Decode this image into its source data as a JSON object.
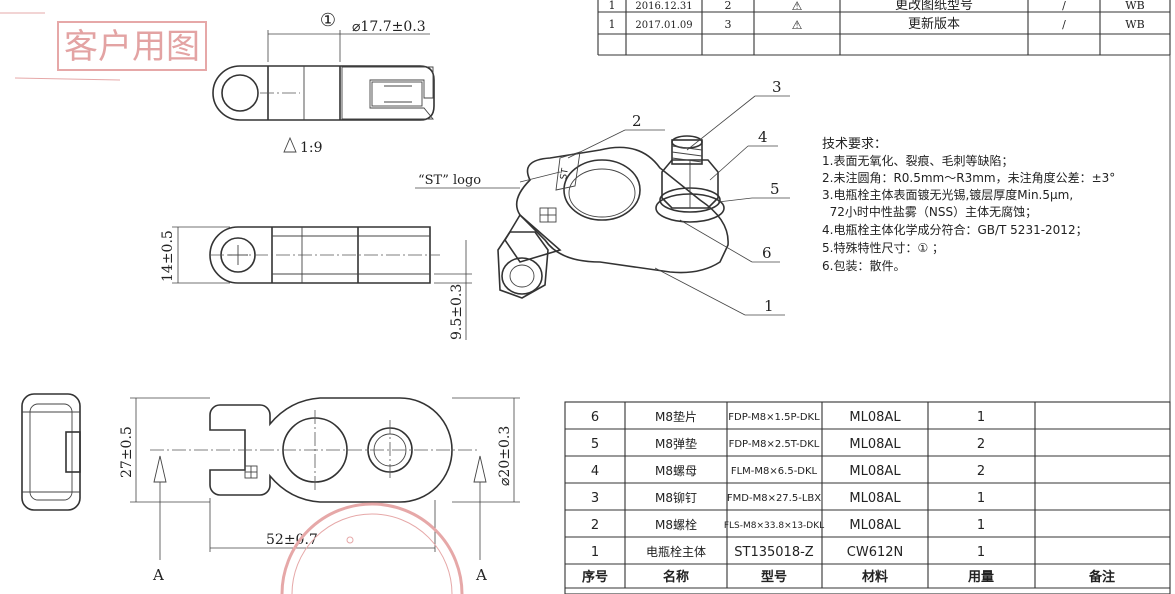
{
  "stamp": {
    "text": "客户用图"
  },
  "revisions": [
    {
      "no": "1",
      "date": "2016.12.31",
      "ver": "2",
      "mark": "⚠",
      "desc": "更改图纸型号",
      "slash": "/",
      "by": "WB"
    },
    {
      "no": "1",
      "date": "2017.01.09",
      "ver": "3",
      "mark": "⚠",
      "desc": "更新版本",
      "slash": "/",
      "by": "WB"
    }
  ],
  "top_view": {
    "dia": "⌀17.7±0.3",
    "circle_no": "①",
    "taper": "1:9"
  },
  "side_view": {
    "dim_h": "14±0.5",
    "dim_v": "9.5±0.3"
  },
  "plan_view": {
    "dim_w": "27±0.5",
    "dim_dia": "⌀20±0.3",
    "dim_len": "52±0.7",
    "sect_left": "A",
    "sect_right": "A"
  },
  "iso": {
    "logo_label": "“ST” logo",
    "callouts": [
      "1",
      "2",
      "3",
      "4",
      "5",
      "6"
    ]
  },
  "tech": {
    "title": "技术要求：",
    "lines": [
      "1.表面无氧化、裂痕、毛刺等缺陷；",
      "2.未注圆角：R0.5mm～R3mm，未注角度公差：±3°",
      "3.电瓶栓主体表面镀无光锡,镀层厚度Min.5μm,",
      "  72小时中性盐雾（NSS）主体无腐蚀；",
      "4.电瓶栓主体化学成分符合：GB/T 5231-2012；",
      "5.特殊特性尺寸：① ；",
      "6.包装：散件。"
    ]
  },
  "bom": {
    "header": [
      "序号",
      "名称",
      "型号",
      "材料",
      "用量",
      "备注"
    ],
    "rows": [
      [
        "6",
        "M8垫片",
        "FDP-M8×1.5P-DKL",
        "ML08AL",
        "1",
        ""
      ],
      [
        "5",
        "M8弹垫",
        "FDP-M8×2.5T-DKL",
        "ML08AL",
        "2",
        ""
      ],
      [
        "4",
        "M8螺母",
        "FLM-M8×6.5-DKL",
        "ML08AL",
        "2",
        ""
      ],
      [
        "3",
        "M8铆钉",
        "FMD-M8×27.5-LBX",
        "ML08AL",
        "1",
        ""
      ],
      [
        "2",
        "M8螺栓",
        "FLS-M8×33.8×13-DKL",
        "ML08AL",
        "1",
        ""
      ],
      [
        "1",
        "电瓶栓主体",
        "ST135018-Z",
        "CW612N",
        "1",
        ""
      ]
    ]
  }
}
